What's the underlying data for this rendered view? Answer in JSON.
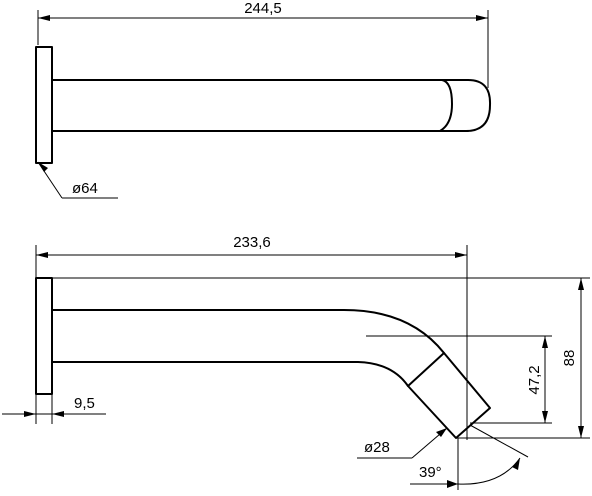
{
  "dimensions": {
    "top_length": "244,5",
    "top_diameter": "ø64",
    "bottom_length": "233,6",
    "plate_thickness": "9,5",
    "outlet_height": "47,2",
    "total_height": "88",
    "outlet_diameter": "ø28",
    "angle": "39°"
  }
}
